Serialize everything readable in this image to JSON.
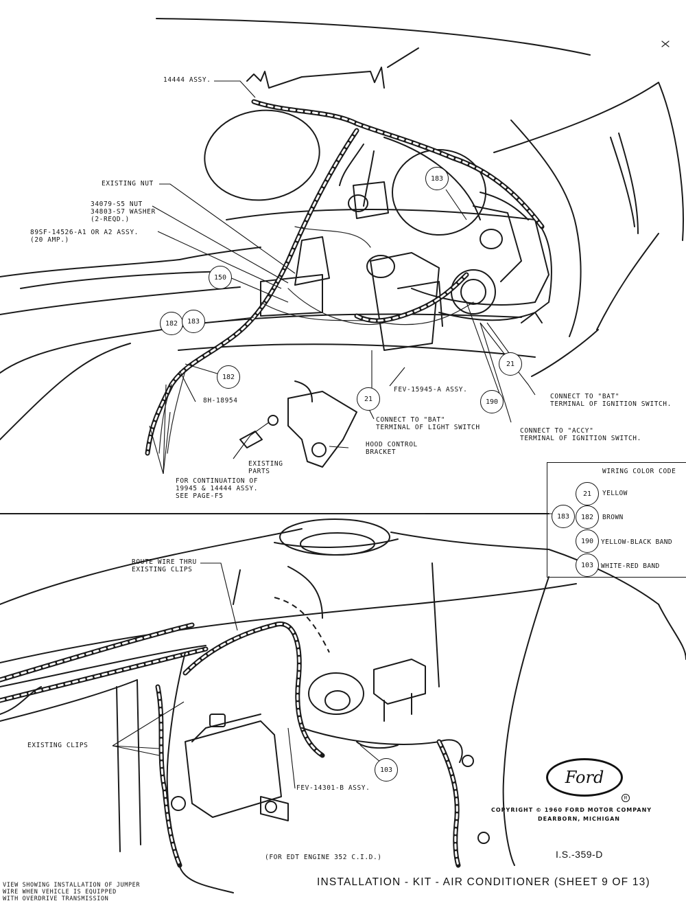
{
  "labels": {
    "assy_14444": "14444 ASSY.",
    "existing_nut": "EXISTING NUT",
    "nut_washer": "34079-S5 NUT\n34803-S7 WASHER\n(2-REQD.)",
    "breaker_assy": "89SF-14526-A1 OR A2 ASSY.\n(20 AMP.)",
    "part_8h18954": "8H-18954",
    "fev_15945": "FEV-15945-A ASSY.",
    "connect_bat_light": "CONNECT TO \"BAT\"\nTERMINAL OF LIGHT SWITCH",
    "connect_bat_ign": "CONNECT TO \"BAT\"\nTERMINAL OF IGNITION SWITCH.",
    "connect_accy_ign": "CONNECT TO \"ACCY\"\nTERMINAL OF IGNITION SWITCH.",
    "existing_parts": "EXISTING\nPARTS",
    "hood_control": "HOOD CONTROL\nBRACKET",
    "continuation": "FOR CONTINUATION OF\n19945 & 14444 ASSY.\nSEE PAGE-F5",
    "route_wire": "ROUTE WIRE THRU\nEXISTING CLIPS",
    "existing_clips": "EXISTING CLIPS",
    "fev_14301": "FEV-14301-B ASSY.",
    "engine_note": "(FOR EDT ENGINE 352 C.I.D.)",
    "view_note": "VIEW SHOWING INSTALLATION OF JUMPER\nWIRE WHEN VEHICLE IS EQUIPPED\nWITH OVERDRIVE TRANSMISSION"
  },
  "callouts": {
    "c183_top": "183",
    "c150": "150",
    "c182": "182",
    "c183": "183",
    "c182_b": "182",
    "c21_a": "21",
    "c21_b": "21",
    "c190": "190",
    "c103": "103"
  },
  "legend": {
    "title": "WIRING COLOR CODE",
    "group_number": "183",
    "rows": [
      {
        "code": "21",
        "color": "YELLOW"
      },
      {
        "code": "182",
        "color": "BROWN"
      },
      {
        "code": "190",
        "color": "YELLOW-BLACK BAND"
      },
      {
        "code": "103",
        "color": "WHITE-RED BAND"
      }
    ]
  },
  "footer": {
    "logo_text": "Ford",
    "logo_mark": "R",
    "copyright": "COPYRIGHT © 1960 FORD MOTOR COMPANY",
    "location": "DEARBORN, MICHIGAN",
    "sheet_code": "I.S.-359-D",
    "title": "INSTALLATION - KIT - AIR CONDITIONER (SHEET 9 OF 13)"
  }
}
